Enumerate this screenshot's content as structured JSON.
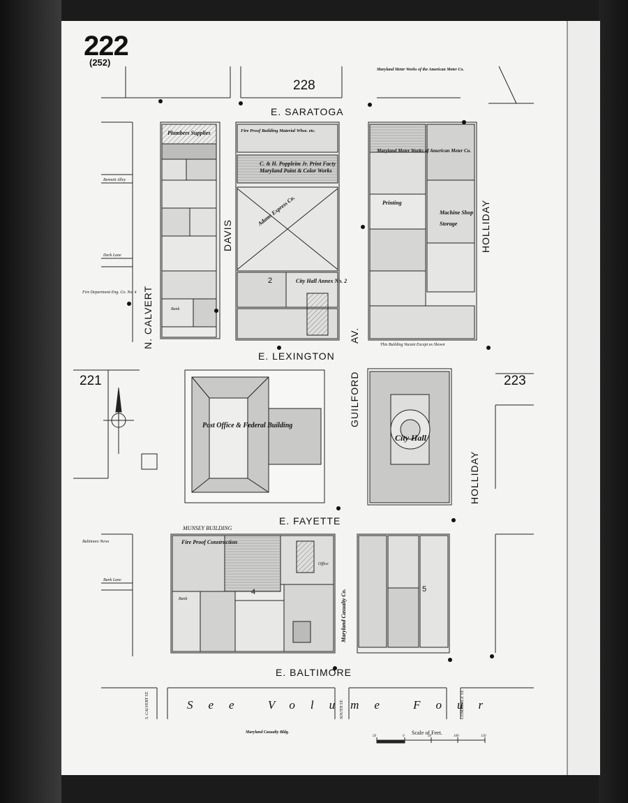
{
  "header": {
    "plate_number": "222",
    "plate_sub": "(252)",
    "adjacent_top": "228",
    "adjacent_left": "221",
    "adjacent_right": "223"
  },
  "streets": {
    "saratoga": "E. SARATOGA",
    "lexington": "E. LEXINGTON",
    "fayette": "E. FAYETTE",
    "baltimore": "E. BALTIMORE",
    "calvert": "N. CALVERT",
    "davis": "DAVIS",
    "guilford": "GUILFORD",
    "guilford_av": "AV.",
    "holliday": "HOLLIDAY",
    "holliday_lower": "HOLLIDAY",
    "s_calvert": "S. CALVERT ST.",
    "south_st": "SOUTH ST.",
    "commerce_st": "COMMERCE ST.",
    "bank_lane": "Bank Lane",
    "dark_lane": "Dark Lane",
    "bennett_alley": "Bennett Alley"
  },
  "buildings": {
    "plumbers_supplies": "Plumbers Supplies",
    "fire_proof_bldg": "Fire Proof Building Material Whse. etc.",
    "poppleim": "C. & H. Poppleim Jr. Print Facty",
    "maryland_paint": "Maryland Paint & Color Works",
    "express_co": "Adams Express Co.",
    "city_hall_annex": "City Hall Annex No. 2",
    "meter_works_title": "Maryland Meter Works of the American Meter Co.",
    "meter_works_block": "Maryland Meter Works of American Meter Co.",
    "printing": "Printing",
    "machine_shop": "Machine Shop",
    "storage": "Storage",
    "post_office": "Post Office & Federal Building",
    "city_hall": "City Hall",
    "munsey": "MUNSEY BUILDING",
    "fire_proof_construction": "Fire Proof Construction",
    "maryland_casualty": "Maryland Casualty Co.",
    "maryland_casualty_bldg": "Maryland Casualty Bldg.",
    "bank": "Bank",
    "office": "Office",
    "fire_dept": "Fire Department Eng. Co. No. 4",
    "baltimore_news": "Baltimore News",
    "this_bldg_vacant": "This Building Vacant Except as Shown"
  },
  "blocks": {
    "block_2": "2",
    "block_4": "4",
    "block_5": "5"
  },
  "footer": {
    "see_volume": "See Volume Four",
    "scale_label": "Scale of Feet.",
    "scale_ticks": [
      "50",
      "0",
      "50",
      "100",
      "150"
    ]
  },
  "colors": {
    "paper": "#f4f4f2",
    "ink": "#111111",
    "building_fill": "#c9c9c7",
    "frame_dark": "#1b1b1b"
  }
}
